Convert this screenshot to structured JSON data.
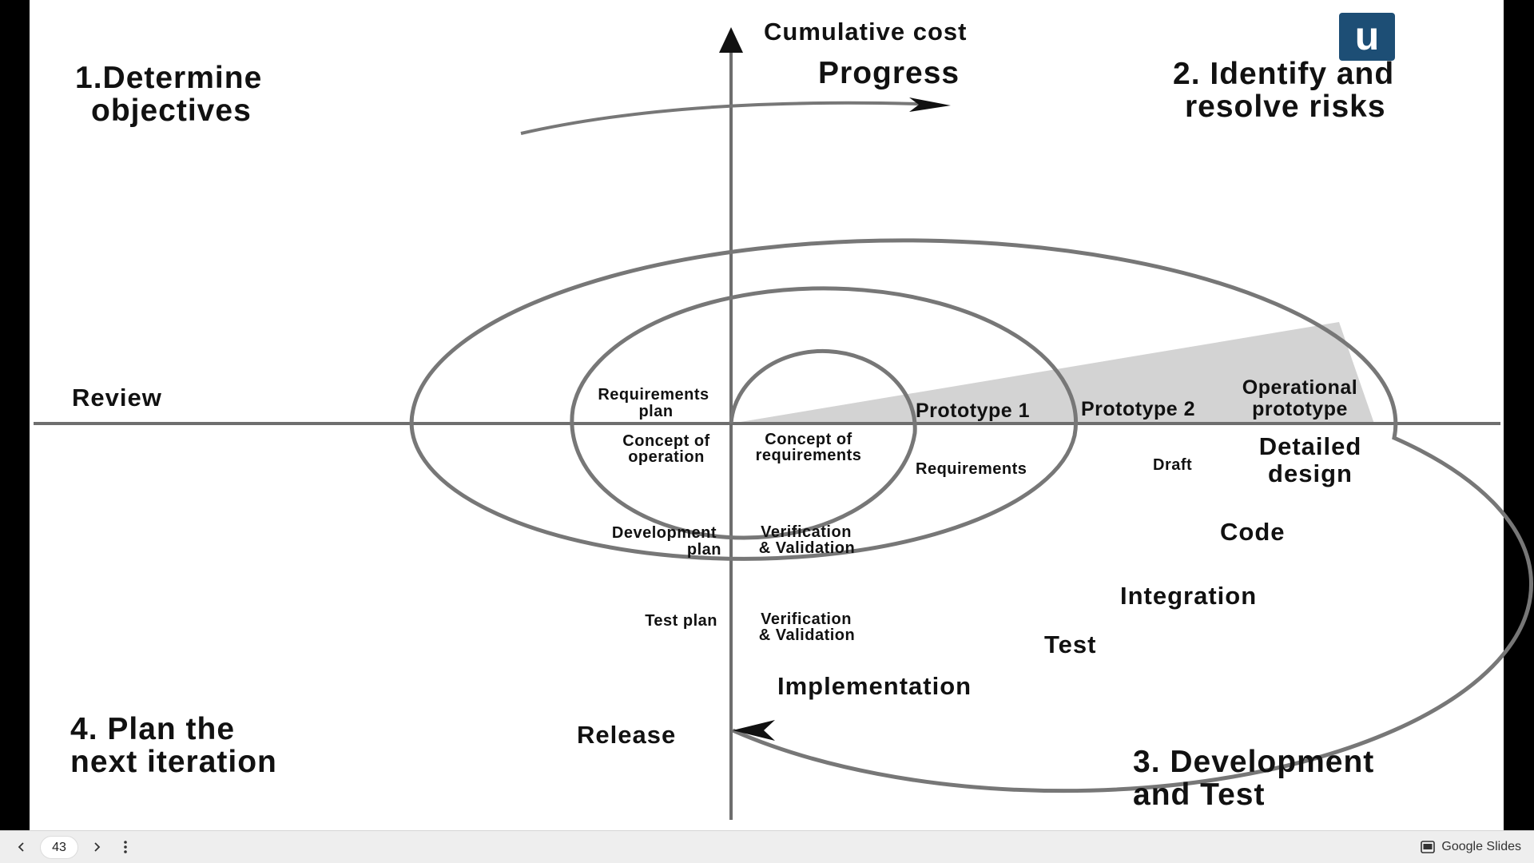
{
  "slide": {
    "quadrants": {
      "q1_line1": "1.Determine",
      "q1_line2": "objectives",
      "q2_line1": "2. Identify and",
      "q2_line2": "resolve risks",
      "q3_line1": "3. Development",
      "q3_line2": "and Test",
      "q4_line1": "4. Plan the",
      "q4_line2": "next iteration"
    },
    "axis": {
      "cumulative_cost": "Cumulative cost",
      "progress": "Progress",
      "review": "Review",
      "release": "Release"
    },
    "labels": {
      "requirements_plan_1": "Requirements",
      "requirements_plan_2": "plan",
      "concept_of_operation_1": "Concept of",
      "concept_of_operation_2": "operation",
      "concept_of_requirements_1": "Concept of",
      "concept_of_requirements_2": "requirements",
      "prototype_1": "Prototype 1",
      "prototype_2": "Prototype 2",
      "operational_prototype_1": "Operational",
      "operational_prototype_2": "prototype",
      "requirements": "Requirements",
      "draft": "Draft",
      "detailed_design_1": "Detailed",
      "detailed_design_2": "design",
      "development_plan_1": "Development",
      "development_plan_2": "plan",
      "vv1_1": "Verification",
      "vv1_2": "& Validation",
      "code": "Code",
      "integration": "Integration",
      "test_plan": "Test plan",
      "vv2_1": "Verification",
      "vv2_2": "& Validation",
      "test": "Test",
      "implementation": "Implementation"
    },
    "logo_text": "u",
    "colors": {
      "spiral": "#777777",
      "axis": "#6e6e6e",
      "shade": "#d3d3d3",
      "logo_bg": "#1d4e75"
    }
  },
  "bottom_bar": {
    "page_number": "43",
    "prev_icon": "chevron-left-icon",
    "next_icon": "chevron-right-icon",
    "more_icon": "more-vert-icon",
    "app_name": "Google Slides"
  }
}
